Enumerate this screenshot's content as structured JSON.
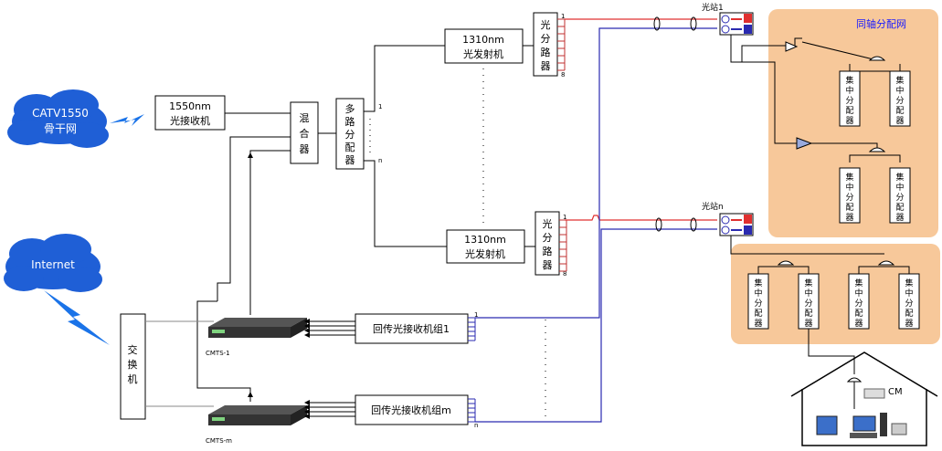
{
  "clouds": {
    "catv": {
      "line1": "CATV1550",
      "line2": "骨干网"
    },
    "internet": {
      "label": "Internet"
    }
  },
  "receiver1550": {
    "line1": "1550nm",
    "line2": "光接收机"
  },
  "mixer": {
    "c1": "混",
    "c2": "合",
    "c3": "器"
  },
  "multi_splitter": {
    "c1": "多",
    "c2": "路",
    "c3": "分",
    "c4": "配",
    "c5": "器"
  },
  "multi_splitter_ports": {
    "first": "1",
    "last": "n"
  },
  "tx_top": {
    "line1": "1310nm",
    "line2": "光发射机"
  },
  "tx_bottom": {
    "line1": "1310nm",
    "line2": "光发射机"
  },
  "splitter_top": {
    "c1": "光",
    "c2": "分",
    "c3": "路",
    "c4": "器",
    "port_first": "1",
    "port_last": "8"
  },
  "splitter_bottom": {
    "c1": "光",
    "c2": "分",
    "c3": "路",
    "c4": "器",
    "port_first": "1",
    "port_last": "8"
  },
  "switch": {
    "c1": "交",
    "c2": "换",
    "c3": "机"
  },
  "cmts": {
    "first": "CMTS-1",
    "last": "CMTS-m"
  },
  "return_rx": {
    "group1": "回传光接收机组1",
    "groupm": "回传光接收机组m",
    "port_first": "1",
    "port_last": "n"
  },
  "stations": {
    "top": "光站1",
    "bottom": "光站n"
  },
  "coax_network": {
    "title": "同轴分配网"
  },
  "concentrator": {
    "c1": "集",
    "c2": "中",
    "c3": "分",
    "c4": "配",
    "c5": "器"
  },
  "home": {
    "cm_label": "CM"
  },
  "colors": {
    "cloud": "#1f5fd6",
    "downstream": "#e03030",
    "upstream": "#2a2ab0",
    "coax_panel": "#f7c89a",
    "lightning": "#1a73e8"
  }
}
